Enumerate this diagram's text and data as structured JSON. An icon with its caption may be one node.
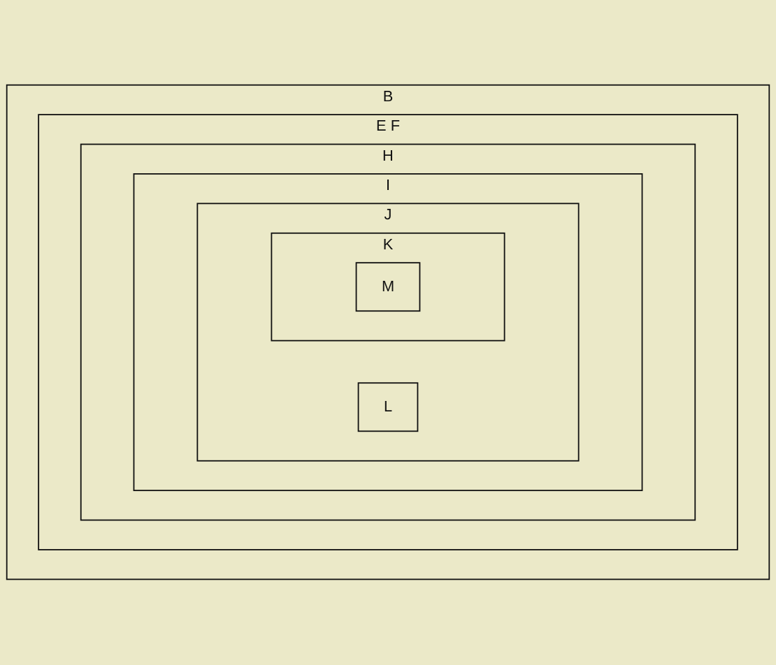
{
  "diagram": {
    "nodes": [
      {
        "text": [
          "B"
        ]
      },
      {
        "text": [
          "E F"
        ],
        "in": 0
      },
      {
        "text": [
          "H"
        ],
        "in": 1
      },
      {
        "text": [
          "I"
        ],
        "in": 2
      },
      {
        "text": [
          "J"
        ],
        "in": 3
      },
      {
        "text": [
          "L"
        ],
        "in": 4
      },
      {
        "text": [
          "K"
        ],
        "in": 4
      },
      {
        "text": [
          "M"
        ],
        "in": 6
      }
    ],
    "edges": []
  }
}
